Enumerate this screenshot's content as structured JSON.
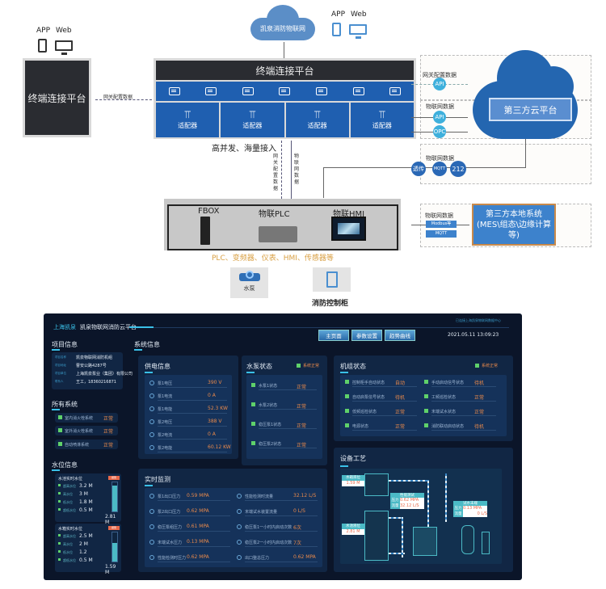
{
  "diagram": {
    "left_devices": {
      "app_label": "APP",
      "web_label": "Web"
    },
    "right_devices": {
      "app_label": "APP",
      "web_label": "Web"
    },
    "left_platform": "终端连接平台",
    "left_link_label": "网关配置数据",
    "cloud_main": "凯泉消防物联网",
    "center_platform_title": "终端连接平台",
    "gateway_count": 7,
    "adapters": [
      "适配器",
      "适配器",
      "适配器",
      "适配器"
    ],
    "high_concurrency": "高并发、海量接入",
    "vertical_labels": {
      "gateway_config": "网关配置数据",
      "iot_data": "物联网数据"
    },
    "third_party_cloud": {
      "title": "第三方云平台",
      "group1_label": "网关配置数据",
      "group1_protocols": [
        "API"
      ],
      "group2_label": "物联网数据",
      "group2_protocols": [
        "API",
        "OPC"
      ]
    },
    "transparent_group": {
      "label": "物联网数据",
      "protocols": [
        "透传",
        "MQTT",
        "212"
      ]
    },
    "third_party_local": {
      "title": "第三方本地系统（MES\\组态\\边缘计算等）",
      "line1": "第三方本地系统",
      "line2": "(MES\\组态\\边缘计算",
      "line3": "等)",
      "label": "物联网数据",
      "protocols": [
        "Modbus等",
        "MQTT"
      ]
    },
    "devices": [
      "FBOX",
      "物联PLC",
      "物联HMI"
    ],
    "device_caption": "PLC、变频器、仪表、HMI、传感器等",
    "pump_label": "水泵",
    "cabinet_label": "消防控制柜"
  },
  "dashboard": {
    "logo": "上海凯泉",
    "title": "凯泉物联网消防云平台",
    "top_right_link": "已连接上海凯泉物联网数据中心",
    "nav": [
      "主页面",
      "参数设置",
      "趋势曲线"
    ],
    "datetime": "2021.05.11 13:09:23",
    "project_info": {
      "title": "项目信息",
      "rows": [
        {
          "label": "项目名称",
          "value": "凯泉物联网消防机组"
        },
        {
          "label": "项目地址",
          "value": "曹安公路4287号"
        },
        {
          "label": "项目单位",
          "value": "上海凯泉泵业（集团）有限公司"
        },
        {
          "label": "联系人",
          "value": "王工，18360216871"
        }
      ]
    },
    "all_systems": {
      "title": "所有系统",
      "items": [
        {
          "name": "室内消火栓系统",
          "status": "正常"
        },
        {
          "name": "室外消火栓系统",
          "status": "正常"
        },
        {
          "name": "自动喷淋系统",
          "status": "正常"
        }
      ]
    },
    "water_level": {
      "title": "水位信息",
      "groups": [
        {
          "title": "水池实时水位",
          "tag": "报警",
          "rows": [
            {
              "label": "超高水位",
              "value": "3.2 M"
            },
            {
              "label": "高水位",
              "value": "3 M"
            },
            {
              "label": "低水位",
              "value": "1.8 M"
            },
            {
              "label": "超低水位",
              "value": "0.5 M"
            }
          ],
          "current": "2.81 M",
          "fill_fraction": 0.88
        },
        {
          "title": "水箱实时水位",
          "tag": "报警",
          "rows": [
            {
              "label": "超高水位",
              "value": "2.5 M"
            },
            {
              "label": "高水位",
              "value": "2 M"
            },
            {
              "label": "低水位",
              "value": "1.2"
            },
            {
              "label": "超低水位",
              "value": "0.5 M"
            }
          ],
          "current": "1.59 M",
          "fill_fraction": 0.64
        }
      ]
    },
    "system_info_title": "系统信息",
    "power": {
      "title": "供电信息",
      "rows": [
        {
          "label": "泵1电压",
          "value": "390 V"
        },
        {
          "label": "泵1电流",
          "value": "0 A"
        },
        {
          "label": "泵1电能",
          "value": "52.3 KW"
        },
        {
          "label": "泵2电压",
          "value": "388 V"
        },
        {
          "label": "泵2电流",
          "value": "0 A"
        },
        {
          "label": "泵2电能",
          "value": "60.12 KW"
        }
      ]
    },
    "pump_status": {
      "title": "水泵状态",
      "badge": "系统正常",
      "rows": [
        {
          "label": "水泵1状态",
          "value": "正常"
        },
        {
          "label": "水泵2状态",
          "value": "正常"
        },
        {
          "label": "稳压泵1状态",
          "value": "正常"
        },
        {
          "label": "稳压泵2状态",
          "value": "正常"
        }
      ]
    },
    "unit_status": {
      "title": "机组状态",
      "badge": "系统正常",
      "rows": [
        {
          "label": "控制柜手自动状态",
          "value": "自动"
        },
        {
          "label": "手动启动信号状态",
          "value": "待机"
        },
        {
          "label": "自动启泵信号状态",
          "value": "待机"
        },
        {
          "label": "工频巡检状态",
          "value": "正常"
        },
        {
          "label": "低频巡检状态",
          "value": "正常"
        },
        {
          "label": "末端试水状态",
          "value": "正常"
        },
        {
          "label": "电源状态",
          "value": "正常"
        },
        {
          "label": "消防联动启动状态",
          "value": "待机"
        }
      ]
    },
    "realtime": {
      "title": "实时监测",
      "left": [
        {
          "label": "泵1出口压力",
          "value": "0.59 MPA"
        },
        {
          "label": "泵2出口压力",
          "value": "0.62 MPA"
        },
        {
          "label": "稳压泵组压力",
          "value": "0.61 MPA"
        },
        {
          "label": "末端试水压力",
          "value": "0.13 MPA"
        },
        {
          "label": "性能检测时压力",
          "value": "0.62 MPA"
        }
      ],
      "right": [
        {
          "label": "性能检测时流量",
          "value": "32.12 L/S"
        },
        {
          "label": "末端试水装置流量",
          "value": "0 L/S"
        },
        {
          "label": "稳压泵1一小时内启动次数",
          "value": "6次"
        },
        {
          "label": "稳压泵2一小时内启动次数",
          "value": "7次"
        },
        {
          "label": "出口整总压力",
          "value": "0.62 MPA"
        }
      ]
    },
    "process": {
      "title": "设备工艺",
      "tank_level": {
        "label": "水箱液位",
        "value": "1.59 M"
      },
      "pool_level": {
        "label": "水池液位",
        "value": "2.81 M"
      },
      "perf_test": {
        "label": "性能测试",
        "pressure_label": "压力",
        "pressure": "0.62 MPA",
        "flow_label": "流量",
        "flow": "32.12 L/S"
      },
      "end_test": {
        "label": "试水末端",
        "pressure_label": "压力",
        "pressure": "0.13 MPA",
        "flow_label": "流量",
        "flow": "0 L/S"
      }
    }
  }
}
